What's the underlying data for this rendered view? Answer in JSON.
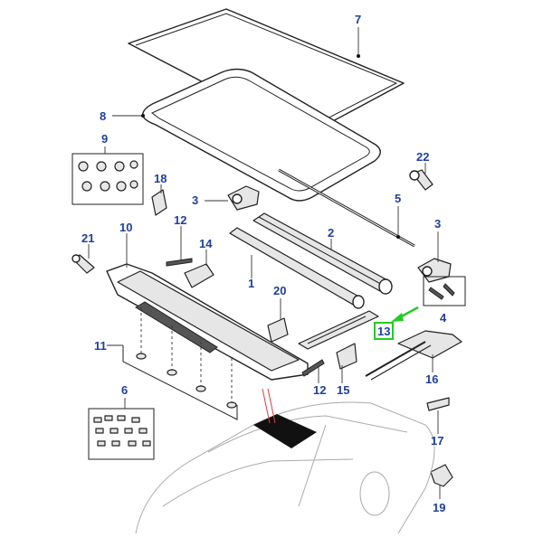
{
  "callouts": {
    "c1": "1",
    "c2": "2",
    "c3a": "3",
    "c3b": "3",
    "c4": "4",
    "c5": "5",
    "c6": "6",
    "c7": "7",
    "c8": "8",
    "c9": "9",
    "c10": "10",
    "c11": "11",
    "c12a": "12",
    "c12b": "12",
    "c13": "13",
    "c14": "14",
    "c15": "15",
    "c16": "16",
    "c17": "17",
    "c18": "18",
    "c19": "19",
    "c20": "20",
    "c21": "21",
    "c22": "22"
  },
  "colors": {
    "callout_text": "#1f3f9e",
    "highlight_box": "#22cc22",
    "highlight_arrow": "#22cc22",
    "indicator_line": "#d94040",
    "glass_panel": "#111111"
  }
}
